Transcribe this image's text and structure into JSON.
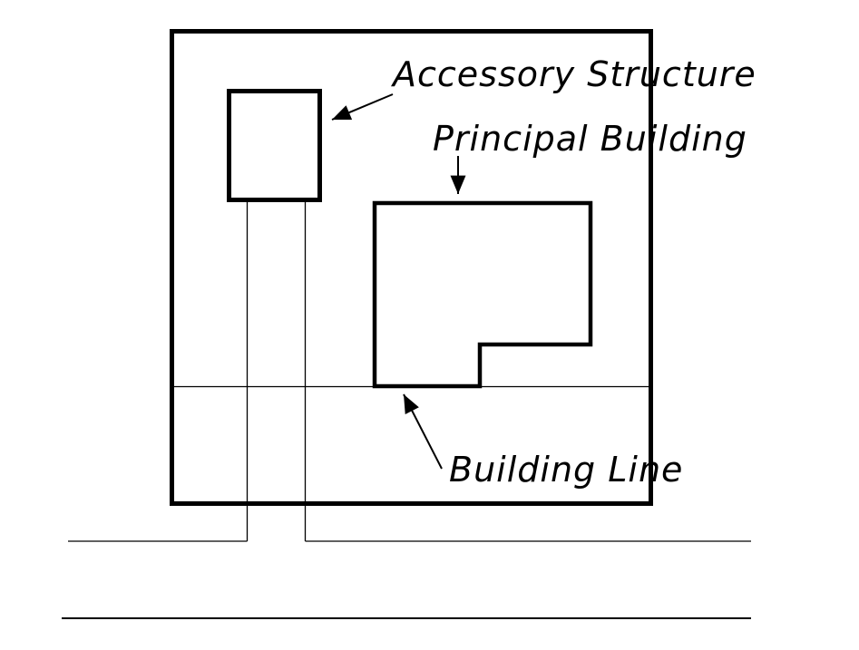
{
  "figure": {
    "description": "site-plan-diagram",
    "colors": {
      "background": "#ffffff",
      "stroke": "#000000",
      "accessory_fill": "#e1e1e1"
    },
    "labels": {
      "accessory_structure": "Accessory Structure",
      "principal_building": "Principal Building",
      "building_line": "Building Line"
    }
  }
}
